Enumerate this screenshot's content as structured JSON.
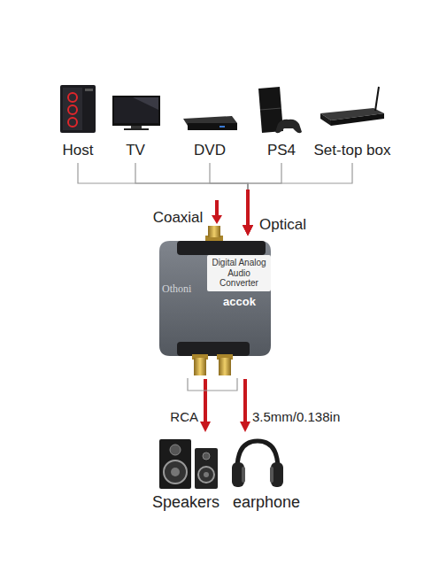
{
  "diagram": {
    "nodes": [
      {
        "text": [
          "Host"
        ]
      },
      {
        "text": [
          "TV"
        ]
      },
      {
        "text": [
          "DVD"
        ]
      },
      {
        "text": [
          "PS4"
        ]
      },
      {
        "text": [
          "Set-top box"
        ]
      },
      {
        "text": [
          "Digital Analog Audio Converter"
        ]
      },
      {
        "text": [
          "Speakers"
        ]
      },
      {
        "text": [
          "earphone"
        ]
      }
    ],
    "edges": [
      {
        "from": 0,
        "to": 5,
        "arrow": "to"
      },
      {
        "from": 1,
        "to": 5,
        "arrow": "to"
      },
      {
        "from": 2,
        "to": 5,
        "arrow": "to"
      },
      {
        "from": 3,
        "to": 5,
        "arrow": "to"
      },
      {
        "from": 4,
        "to": 5,
        "arrow": "to"
      },
      {
        "from": 5,
        "to": 6,
        "label": "RCA",
        "arrow": "to"
      },
      {
        "from": 5,
        "to": 7,
        "label": "3.5mm/0.138in",
        "arrow": "to"
      }
    ],
    "labels": [
      "Coaxial",
      "Optical",
      "Othoni",
      "accok"
    ]
  }
}
